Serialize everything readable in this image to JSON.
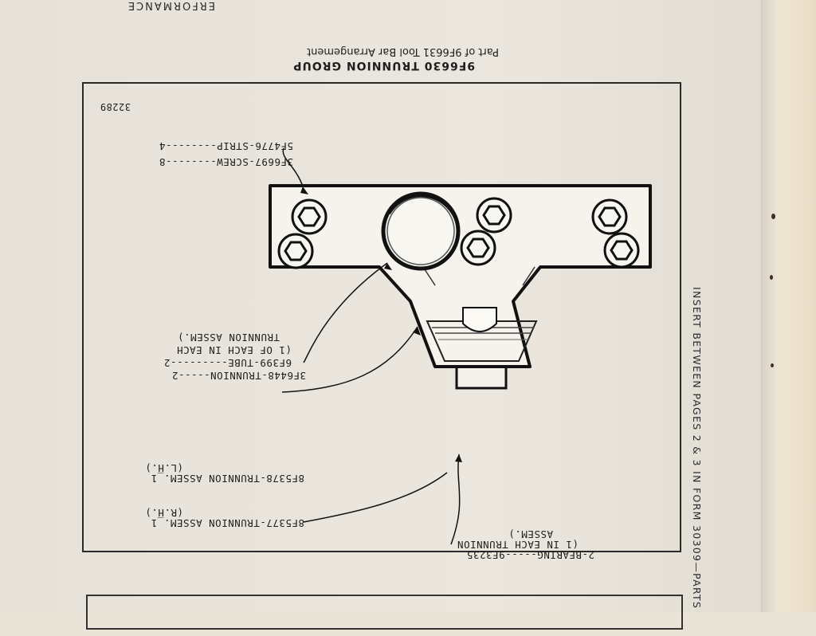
{
  "header_fragment": "ERFORMANCE",
  "side_note": "INSERT BETWEEN PAGES 2 & 3 IN FORM 30309—PARTS",
  "figure": {
    "title": "9F6630 TRUNNION GROUP",
    "subtitle": "Part of 9F6631 Tool Bar Arrangement",
    "drawing_number": "32289"
  },
  "callouts": {
    "strip": "5F4776-STRIP--------4",
    "screw": "3F6697-SCREW--------8",
    "trunnion": "3F6448-TRUNNION-----2",
    "tube": "6F399-TUBE---------2",
    "tube_note_1": "(1 OF EACH IN EACH",
    "tube_note_2": "TRUNNION ASSEM.)",
    "assem_lh": "8F5378-TRUNNION ASSEM._1",
    "assem_lh_side": "(L.H.)",
    "assem_rh": "8F5377-TRUNNION ASSEM._1",
    "assem_rh_side": "(R.H.)",
    "bearing": "2-BEARING-----9F3235",
    "bearing_note_1": "(1 IN EACH TRUNNION",
    "bearing_note_2": "ASSEM.)"
  },
  "colors": {
    "ink": "#1e1e1e",
    "paper": "#ebe7df"
  }
}
